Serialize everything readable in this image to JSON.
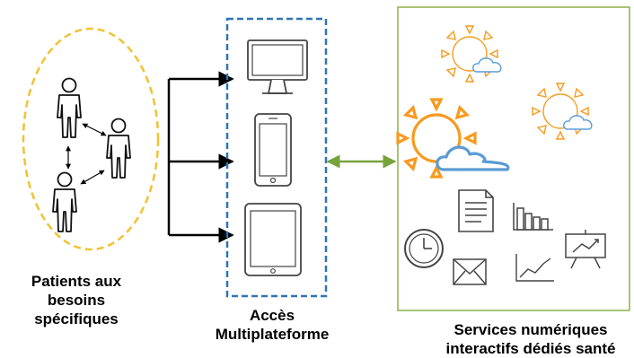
{
  "patients_label": {
    "line1": "Patients aux",
    "line2": "besoins",
    "line3": "spécifiques"
  },
  "access_label": {
    "line1": "Accès",
    "line2": "Multiplateforme"
  },
  "services_label": {
    "line1": "Services numériques",
    "line2": "interactifs dédiés santé"
  },
  "colors": {
    "patients_ellipse": "#f2c231",
    "access_box": "#2e75b6",
    "services_box": "#8bb04a",
    "bidirectional_arrow": "#77a33c",
    "sun_orange": "#f79a1e",
    "cloud_blue": "#5b9bd5"
  },
  "icons": [
    "person-icon",
    "monitor-icon",
    "smartphone-icon",
    "tablet-icon",
    "sun-cloud-icon",
    "document-icon",
    "bar-chart-icon",
    "clock-icon",
    "presentation-icon",
    "envelope-icon",
    "line-chart-icon"
  ]
}
